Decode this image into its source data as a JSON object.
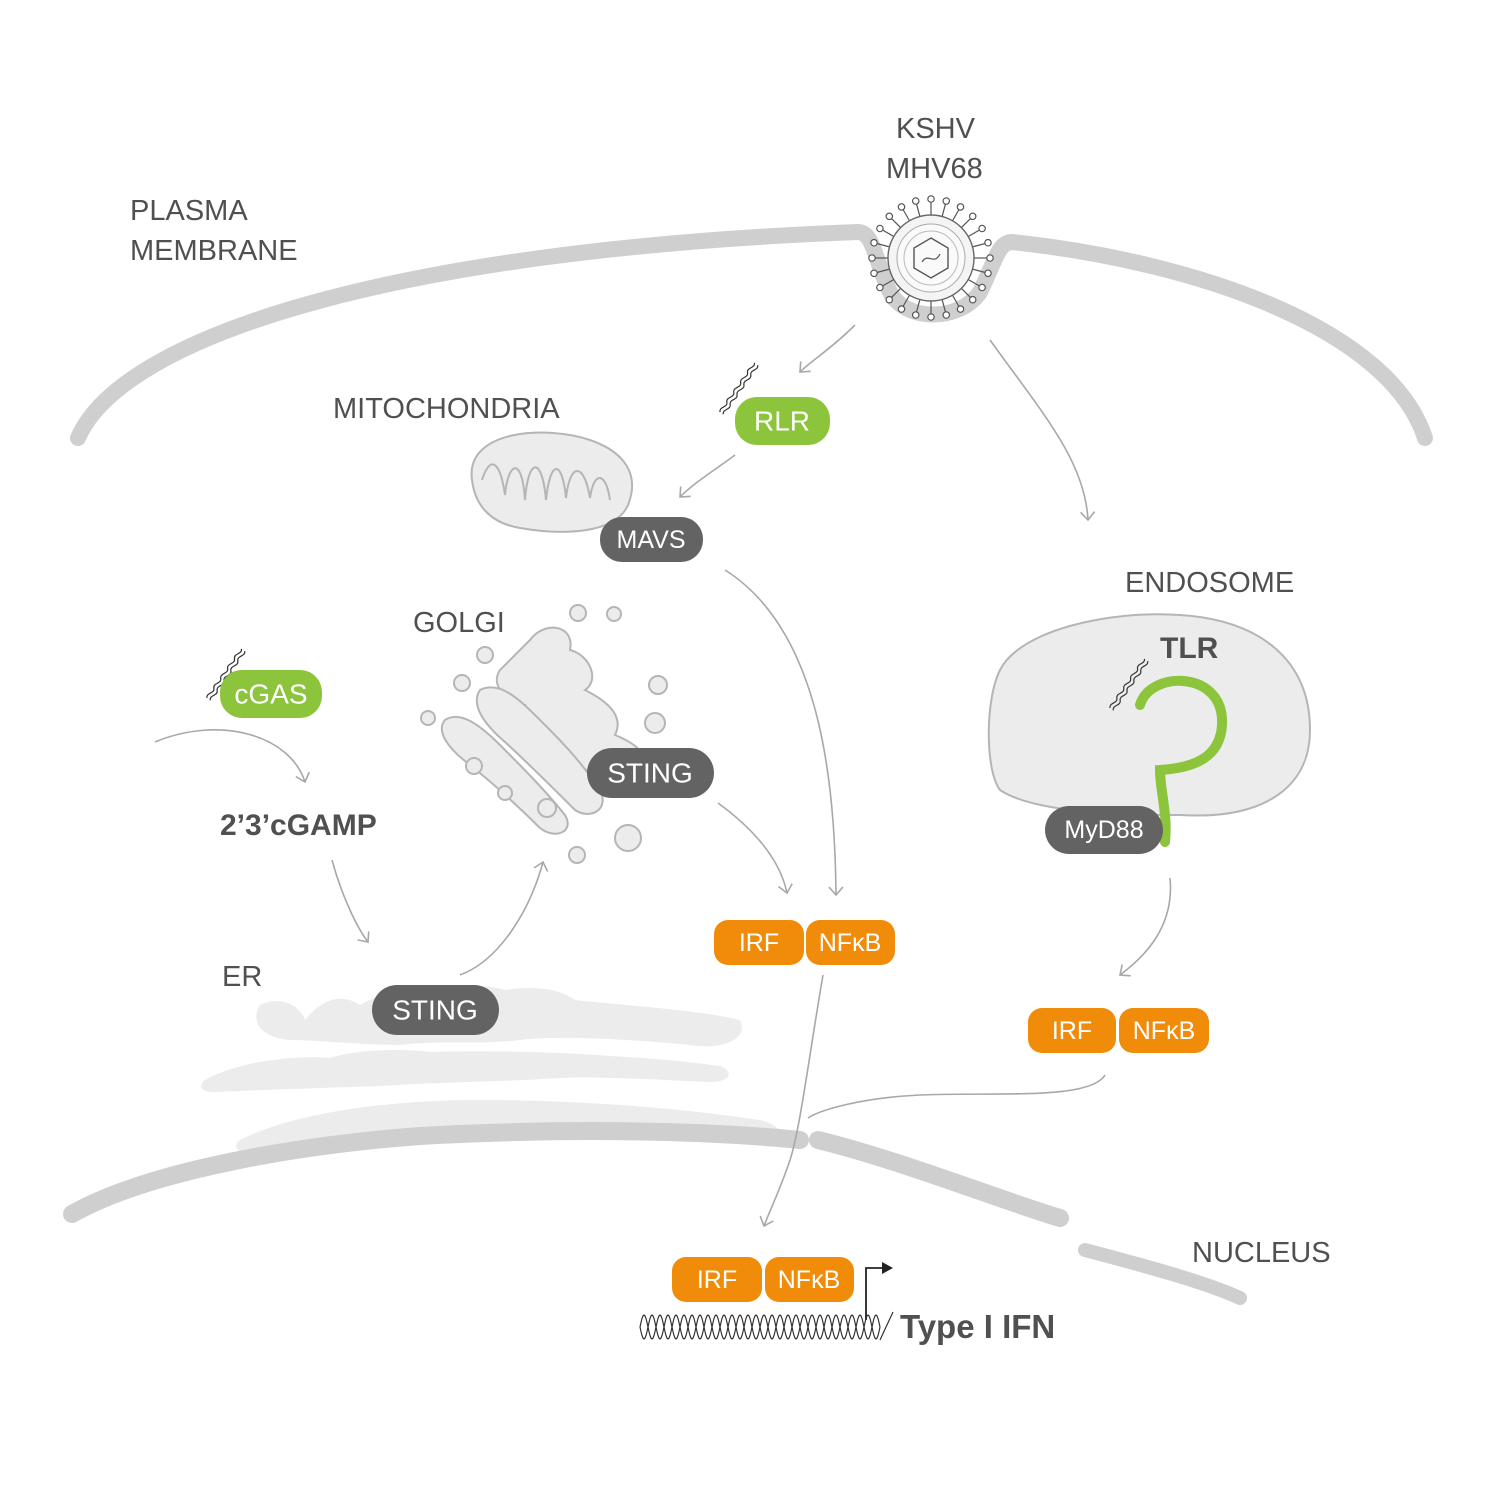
{
  "labels": {
    "virus_line1": "KSHV",
    "virus_line2": "MHV68",
    "plasma_line1": "PLASMA",
    "plasma_line2": "MEMBRANE",
    "mitochondria": "MITOCHONDRIA",
    "golgi": "GOLGI",
    "endosome": "ENDOSOME",
    "er": "ER",
    "nucleus": "NUCLEUS",
    "cgamp": "2’3’cGAMP",
    "tlr": "TLR",
    "type_ifn": "Type I IFN"
  },
  "pills": {
    "rlr": "RLR",
    "mavs": "MAVS",
    "cgas": "cGAS",
    "sting_golgi": "STING",
    "sting_er": "STING",
    "myd88": "MyD88",
    "irf_mid": "IRF",
    "nfkb_mid": "NFκB",
    "irf_right": "IRF",
    "nfkb_right": "NFκB",
    "irf_nuc": "IRF",
    "nfkb_nuc": "NFκB"
  },
  "colors": {
    "green": "#8cc43c",
    "dark_gray": "#636363",
    "orange": "#f08c0a",
    "membrane": "#cfcfcf",
    "organelle_fill": "#ececec",
    "arrow": "#a8a8a8",
    "text": "#505050"
  }
}
